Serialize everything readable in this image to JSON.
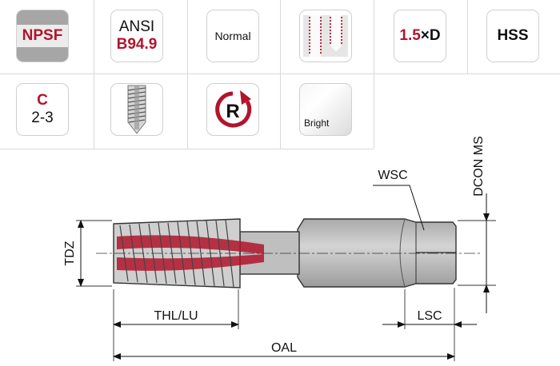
{
  "properties": {
    "thread_standard": {
      "label": "NPSF"
    },
    "standard": {
      "line1": "ANSI",
      "line2": "B94.9"
    },
    "chamfer_form": {
      "label": "Normal"
    },
    "thread_depth": {
      "label_value": "1.5",
      "label_suffix": "×D"
    },
    "material": {
      "label": "HSS"
    },
    "tolerance_class": {
      "line1": "C",
      "line2": "2-3"
    },
    "direction_icon": {
      "letter": "R"
    },
    "surface_finish": {
      "label": "Bright"
    }
  },
  "drawing": {
    "labels": {
      "wsc": "WSC",
      "dcon_ms": "DCON MS",
      "tdz": "TDZ",
      "thl_lu": "THL/LU",
      "lsc": "LSC",
      "oal": "OAL"
    }
  },
  "colors": {
    "accent_red": "#b2142b",
    "grid_line": "#d9d9d9",
    "tool_grey": "#c4c4c4"
  }
}
